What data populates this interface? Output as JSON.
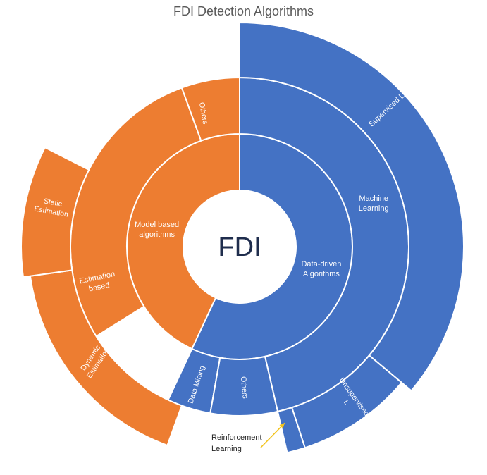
{
  "title": "FDI Detection Algorithms",
  "colors": {
    "model": "#ED7D31",
    "data": "#4472C4",
    "center_text": "#1F2D4D",
    "arrow": "#F2C21B"
  },
  "center_label": "FDI",
  "level1": [
    {
      "key": "model",
      "lines": [
        "Model based",
        "algorithms"
      ],
      "color": "#ED7D31"
    },
    {
      "key": "data",
      "lines": [
        "Data-driven",
        "Algorithms"
      ],
      "color": "#4472C4"
    }
  ],
  "level2": [
    {
      "key": "ml",
      "lines": [
        "Machine",
        "Learning"
      ],
      "parent": "data"
    },
    {
      "key": "dm",
      "lines": [
        "Data Mining"
      ],
      "parent": "data"
    },
    {
      "key": "others-data",
      "lines": [
        "Others"
      ],
      "parent": "data"
    },
    {
      "key": "estimation",
      "lines": [
        "Estimation",
        "based"
      ],
      "parent": "model"
    },
    {
      "key": "others-model",
      "lines": [
        "Others"
      ],
      "parent": "model"
    }
  ],
  "level3": [
    {
      "key": "supervised",
      "lines": [
        "Supervised L"
      ],
      "parent": "ml"
    },
    {
      "key": "unsupervised",
      "lines": [
        "Unsupervised",
        "L"
      ],
      "parent": "ml"
    },
    {
      "key": "reinforcement",
      "lines": [],
      "parent": "ml"
    },
    {
      "key": "dynamic",
      "lines": [
        "Dynamic",
        "Estimation"
      ],
      "parent": "estimation"
    },
    {
      "key": "static",
      "lines": [
        "Static",
        "Estimation"
      ],
      "parent": "estimation"
    }
  ],
  "callout": {
    "lines": [
      "Reinforcement",
      "Learning"
    ]
  }
}
